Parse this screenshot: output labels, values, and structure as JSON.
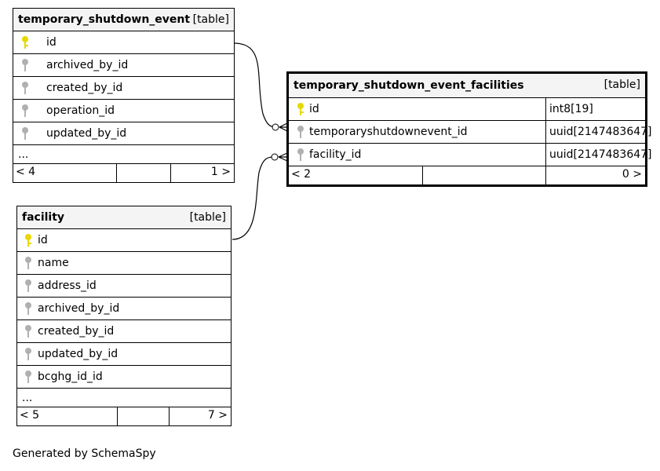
{
  "tables": {
    "tse": {
      "name": "temporary_shutdown_event",
      "kind": "[table]",
      "columns": [
        "id",
        "archived_by_id",
        "created_by_id",
        "operation_id",
        "updated_by_id"
      ],
      "more": "...",
      "footer_left": "< 4",
      "footer_right": "1 >"
    },
    "tsef": {
      "name": "temporary_shutdown_event_facilities",
      "kind": "[table]",
      "columns": [
        "id",
        "temporaryshutdownevent_id",
        "facility_id"
      ],
      "types": [
        "int8[19]",
        "uuid[2147483647]",
        "uuid[2147483647]"
      ],
      "footer_left": "< 2",
      "footer_right": "0 >"
    },
    "facility": {
      "name": "facility",
      "kind": "[table]",
      "columns": [
        "id",
        "name",
        "address_id",
        "archived_by_id",
        "created_by_id",
        "updated_by_id",
        "bcghg_id_id"
      ],
      "more": "...",
      "footer_left": "< 5",
      "footer_right": "7 >"
    }
  },
  "colors": {
    "primary_key": "#e6d800",
    "foreign_key": "#b0b0b0",
    "header_bg": "#f4f4f4"
  },
  "footer": "Generated by SchemaSpy"
}
